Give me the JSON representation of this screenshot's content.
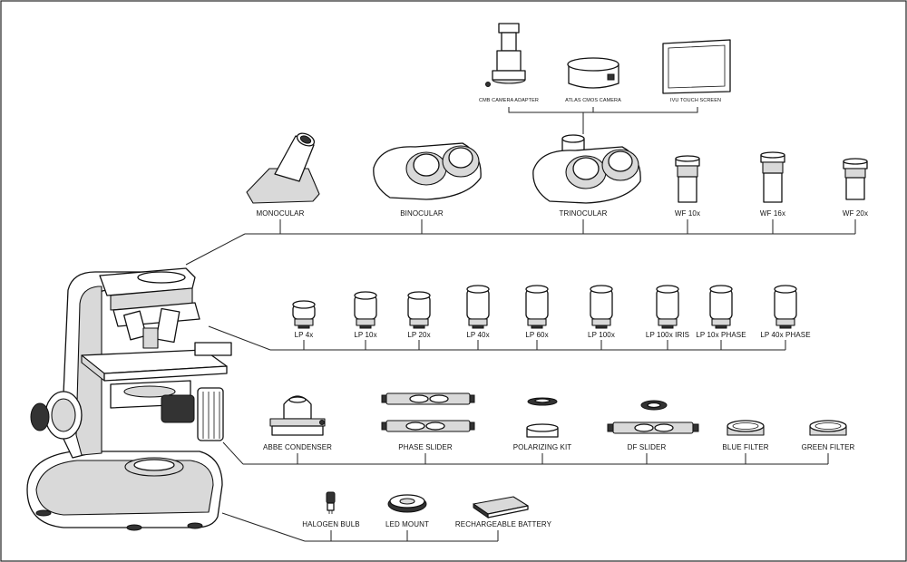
{
  "groups": {
    "camera": {
      "items": [
        {
          "label": "CMB CAMERA ADAPTER",
          "icon": "camera-adapter-icon"
        },
        {
          "label": "ATLAS CMOS CAMERA",
          "icon": "cmos-camera-icon"
        },
        {
          "label": "IVU TOUCH SCREEN",
          "icon": "touch-screen-icon"
        }
      ]
    },
    "heads": {
      "items": [
        {
          "label": "MONOCULAR",
          "icon": "monocular-head-icon"
        },
        {
          "label": "BINOCULAR",
          "icon": "binocular-head-icon"
        },
        {
          "label": "TRINOCULAR",
          "icon": "trinocular-head-icon"
        },
        {
          "label": "WF 10x",
          "icon": "eyepiece-icon"
        },
        {
          "label": "WF 16x",
          "icon": "eyepiece-icon"
        },
        {
          "label": "WF 20x",
          "icon": "eyepiece-icon"
        }
      ]
    },
    "objectives": {
      "items": [
        {
          "label": "LP 4x",
          "icon": "objective-icon"
        },
        {
          "label": "LP 10x",
          "icon": "objective-icon"
        },
        {
          "label": "LP 20x",
          "icon": "objective-icon"
        },
        {
          "label": "LP 40x",
          "icon": "objective-icon"
        },
        {
          "label": "LP 60x",
          "icon": "objective-icon"
        },
        {
          "label": "LP 100x",
          "icon": "objective-icon"
        },
        {
          "label": "LP 100x IRIS",
          "icon": "objective-icon"
        },
        {
          "label": "LP 10x PHASE",
          "icon": "objective-icon"
        },
        {
          "label": "LP 40x PHASE",
          "icon": "objective-icon"
        }
      ]
    },
    "condenser": {
      "items": [
        {
          "label": "ABBE CONDENSER",
          "icon": "abbe-condenser-icon"
        },
        {
          "label": "PHASE SLIDER",
          "icon": "phase-slider-icon"
        },
        {
          "label": "POLARIZING KIT",
          "icon": "polarizing-kit-icon"
        },
        {
          "label": "DF SLIDER",
          "icon": "df-slider-icon"
        },
        {
          "label": "BLUE FILTER",
          "icon": "filter-ring-icon"
        },
        {
          "label": "GREEN FILTER",
          "icon": "filter-ring-icon"
        }
      ]
    },
    "illumination": {
      "items": [
        {
          "label": "HALOGEN BULB",
          "icon": "halogen-bulb-icon"
        },
        {
          "label": "LED MOUNT",
          "icon": "led-mount-icon"
        },
        {
          "label": "RECHARGEABLE BATTERY",
          "icon": "battery-icon"
        }
      ]
    }
  }
}
